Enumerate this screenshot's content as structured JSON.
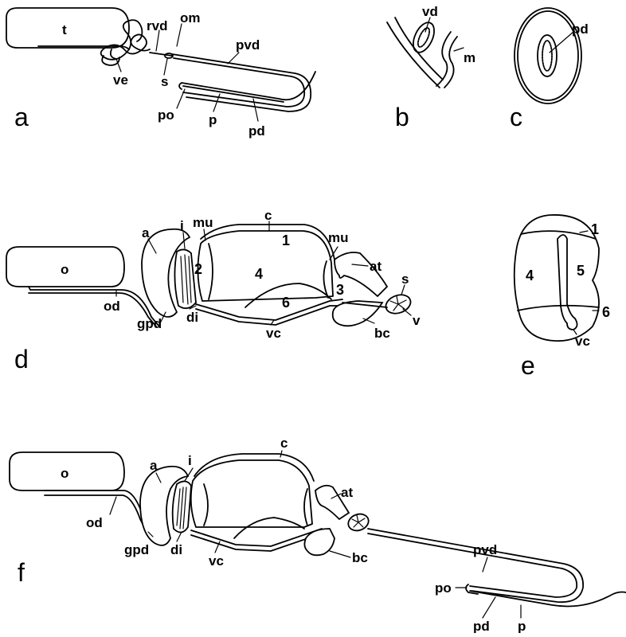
{
  "panels": {
    "a": {
      "panel_letter": "a",
      "labels": {
        "t": "t",
        "rvd": "rvd",
        "om": "om",
        "pvd": "pvd",
        "ve": "ve",
        "s": "s",
        "po": "po",
        "p": "p",
        "pd": "pd"
      }
    },
    "b": {
      "panel_letter": "b",
      "labels": {
        "vd": "vd",
        "m": "m"
      }
    },
    "c": {
      "panel_letter": "c",
      "labels": {
        "pd": "pd"
      }
    },
    "d": {
      "panel_letter": "d",
      "labels": {
        "o": "o",
        "a": "a",
        "i": "i",
        "mu_left": "mu",
        "c": "c",
        "mu_right": "mu",
        "at": "at",
        "s": "s",
        "v": "v",
        "od": "od",
        "gpd": "gpd",
        "di": "di",
        "vc": "vc",
        "bc": "bc",
        "n1": "1",
        "n2": "2",
        "n3": "3",
        "n4": "4",
        "n6": "6"
      }
    },
    "e": {
      "panel_letter": "e",
      "labels": {
        "n1": "1",
        "n4": "4",
        "n5": "5",
        "n6": "6",
        "vc": "vc"
      }
    },
    "f": {
      "panel_letter": "f",
      "labels": {
        "o": "o",
        "a": "a",
        "i": "i",
        "c": "c",
        "at": "at",
        "od": "od",
        "gpd": "gpd",
        "di": "di",
        "vc": "vc",
        "bc": "bc",
        "pvd": "pvd",
        "po": "po",
        "pd": "pd",
        "p": "p"
      }
    }
  }
}
